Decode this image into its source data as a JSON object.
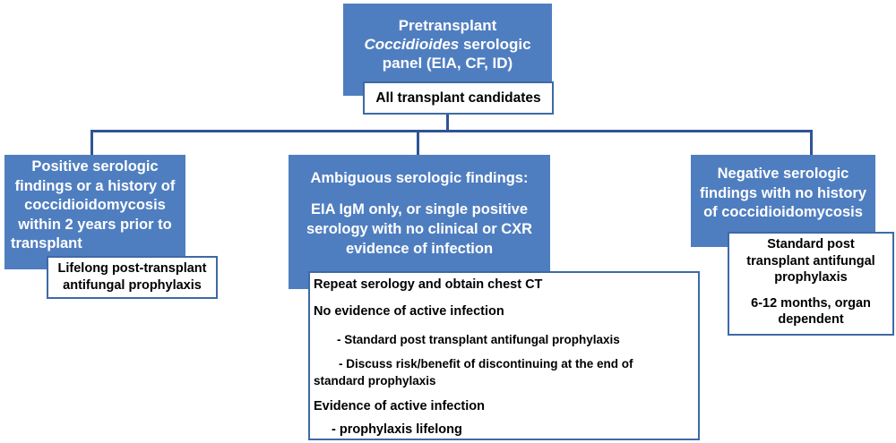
{
  "top": {
    "line1": "Pretransplant",
    "line2_italic": "Coccidioides",
    "line2_rest": " serologic",
    "line3": "panel (EIA, CF, ID)",
    "candidates": "All  transplant candidates"
  },
  "left": {
    "lines": [
      "Positive serologic",
      "findings or a history of",
      "coccidioidomycosis",
      "within 2 years prior to",
      "transplant"
    ],
    "sub": [
      "Lifelong post-transplant",
      "antifungal prophylaxis"
    ]
  },
  "middle": {
    "heading": "Ambiguous serologic findings:",
    "lines": [
      "EIA IgM only, or single positive",
      "serology with no clinical or CXR",
      "evidence of infection"
    ],
    "sub": {
      "l1": "Repeat serology and obtain chest CT",
      "l2": "No evidence of active infection",
      "l3": "- Standard post transplant antifungal prophylaxis",
      "l4a": "- Discuss risk/benefit of discontinuing at the end of",
      "l4b": "standard prophylaxis",
      "l5": "Evidence of active infection",
      "l6": "- prophylaxis lifelong"
    }
  },
  "right": {
    "lines": [
      "Negative serologic",
      "findings with no history",
      "of coccidioidomycosis"
    ],
    "sub": [
      "Standard post",
      "transplant antifungal",
      "prophylaxis"
    ],
    "sub2": [
      "6-12 months, organ",
      "dependent"
    ]
  },
  "colors": {
    "box_fill": "#4f7ec0",
    "border": "#3d6aa6",
    "connector": "#2f5496"
  }
}
